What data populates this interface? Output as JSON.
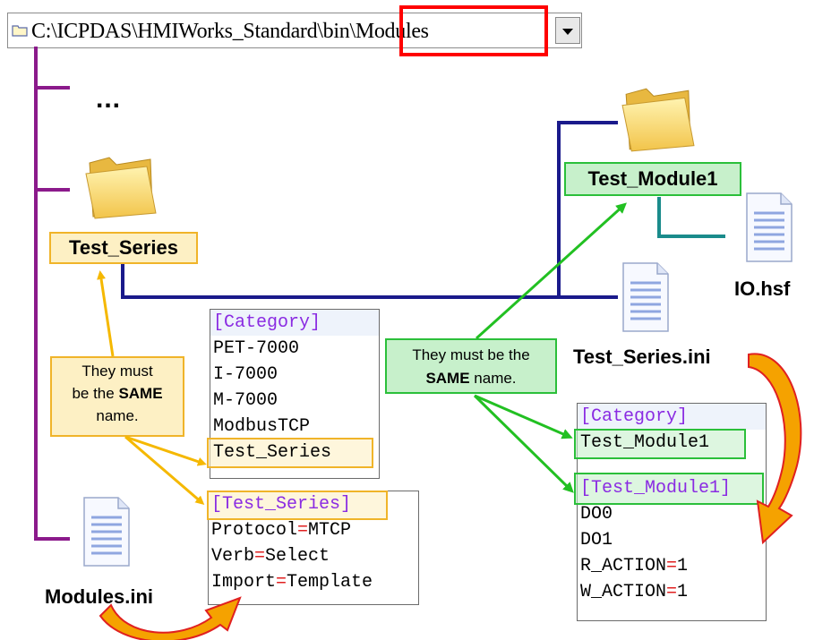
{
  "address_bar": {
    "path": "C:\\ICPDAS\\HMIWorks_Standard\\bin\\Modules",
    "dropdown_icon": "chevron-down-icon"
  },
  "tree": {
    "ellipsis": "...",
    "series_folder_label": "Test_Series",
    "module_folder_label": "Test_Module1",
    "files": {
      "io_hsf": "IO.hsf",
      "series_ini": "Test_Series.ini",
      "modules_ini": "Modules.ini"
    }
  },
  "callouts": {
    "left": {
      "line1": "They must",
      "line2_pre": "be the ",
      "line2_bold": "SAME",
      "line3": "name."
    },
    "right": {
      "line1": "They must be the",
      "line2_bold": "SAME",
      "line2_post": " name."
    }
  },
  "modules_ini_panel": {
    "rows": [
      {
        "key": "[Category]",
        "type": "header"
      },
      {
        "key": "PET-7000"
      },
      {
        "key": "I-7000"
      },
      {
        "key": "M-7000"
      },
      {
        "key": "ModbusTCP"
      },
      {
        "key": "Test_Series",
        "highlight": "yellow"
      }
    ]
  },
  "series_section_panel": {
    "rows": [
      {
        "key": "[Test_Series]",
        "type": "header",
        "highlight": "yellow"
      },
      {
        "key": "Protocol",
        "eq": "=",
        "val": "MTCP"
      },
      {
        "key": "Verb",
        "eq": "=",
        "val": "Select"
      },
      {
        "key": "Import",
        "eq": "=",
        "val": "Template"
      }
    ]
  },
  "series_ini_panel": {
    "rows": [
      {
        "key": "[Category]",
        "type": "header"
      },
      {
        "key": "Test_Module1",
        "highlight": "green"
      },
      {
        "key": ""
      },
      {
        "key": "[Test_Module1]",
        "type": "header",
        "highlight": "green"
      },
      {
        "key": "DO0"
      },
      {
        "key": "DO1"
      },
      {
        "key": "R_ACTION",
        "eq": "=",
        "val": "1"
      },
      {
        "key": "W_ACTION",
        "eq": "=",
        "val": "1"
      }
    ]
  },
  "colors": {
    "tree_left": "#8b1a8b",
    "tree_right": "#1a1a8b",
    "tree_io": "#1a8b8b",
    "highlight_red": "#ff0000",
    "yellow_fill": "#fdf0c4",
    "yellow_border": "#f0b429",
    "green_fill": "#c7f0cb",
    "green_border": "#2bbf3a",
    "arrow_yellow": "#f5b800",
    "arrow_green": "#22c022",
    "curved_arrow_fill": "#f5a200",
    "curved_arrow_outline": "#e02020"
  }
}
